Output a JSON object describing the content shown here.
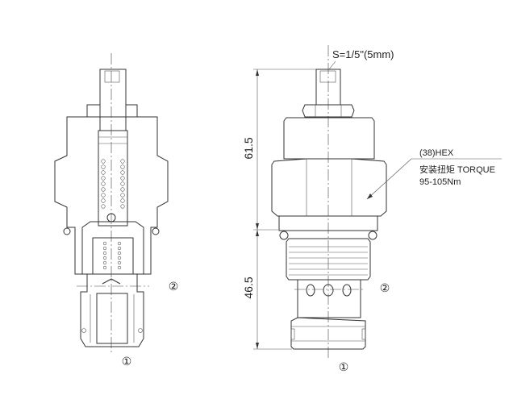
{
  "drawing": {
    "hex_size_label": "S=1/5\"(5mm)",
    "dimension_upper": "61.5",
    "dimension_lower": "46.5",
    "hex_callout": {
      "line1": "(38)HEX",
      "line2": "安装扭矩 TORQUE",
      "line3": "95-105Nm"
    },
    "port_labels": {
      "port1": "①",
      "port2": "②"
    }
  }
}
